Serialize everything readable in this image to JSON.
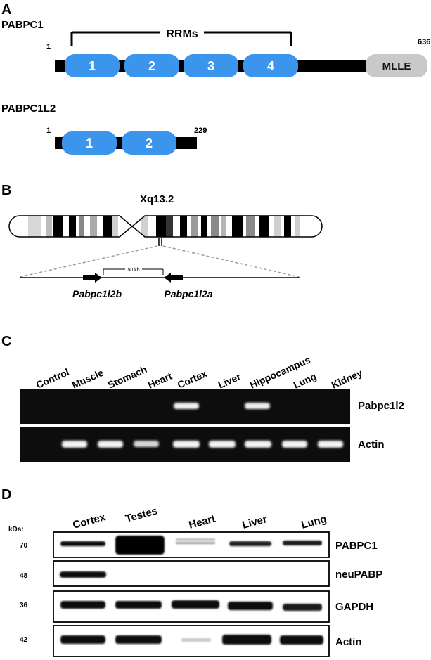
{
  "panel_a": {
    "label": "A",
    "protein1": {
      "name": "PABPC1",
      "start": "1",
      "end": "636",
      "bracket_label": "RRMs",
      "domains": [
        "1",
        "2",
        "3",
        "4"
      ],
      "extra_domain": "MLLE"
    },
    "protein2": {
      "name": "PABPC1L2",
      "start": "1",
      "end": "229",
      "domains": [
        "1",
        "2"
      ]
    }
  },
  "panel_b": {
    "label": "B",
    "locus": "Xq13.2",
    "distance": "50 kb",
    "gene_left": "Pabpc1l2b",
    "gene_right": "Pabpc1l2a"
  },
  "panel_c": {
    "label": "C",
    "lanes": [
      "Control",
      "Muscle",
      "Stomach",
      "Heart",
      "Cortex",
      "Liver",
      "Hippocampus",
      "Lung",
      "Kidney"
    ],
    "rows": [
      "Pabpc1l2",
      "Actin"
    ]
  },
  "panel_d": {
    "label": "D",
    "lanes": [
      "Cortex",
      "Testes",
      "Heart",
      "Liver",
      "Lung"
    ],
    "kda_label": "kDa:",
    "rows": [
      {
        "marker": "70",
        "name": "PABPC1"
      },
      {
        "marker": "48",
        "name": "neuPABP"
      },
      {
        "marker": "36",
        "name": "GAPDH"
      },
      {
        "marker": "42",
        "name": "Actin"
      }
    ]
  }
}
